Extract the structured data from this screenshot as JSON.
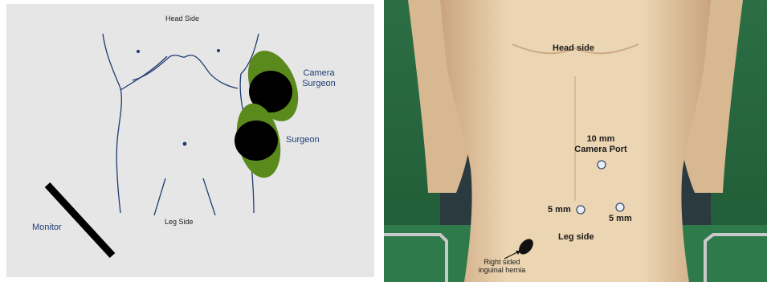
{
  "left": {
    "head_side": "Head Side",
    "leg_side": "Leg Side",
    "monitor": "Monitor",
    "camera_surgeon_line1": "Camera",
    "camera_surgeon_line2": "Surgeon",
    "surgeon": "Surgeon",
    "colors": {
      "background": "#e6e6e6",
      "outline": "#1f3c73",
      "green": "#5a8a1c",
      "black": "#000000"
    }
  },
  "right": {
    "head_side": "Head side",
    "camera_port_line1": "10 mm",
    "camera_port_line2": "Camera Port",
    "port_left": "5 mm",
    "port_right": "5 mm",
    "leg_side": "Leg side",
    "hernia_line1": "Right sided",
    "hernia_line2": "inguinal hernia",
    "colors": {
      "skin": "#e8cfa8",
      "drape": "#2f7a4a",
      "dark": "#1f2b2e"
    }
  }
}
